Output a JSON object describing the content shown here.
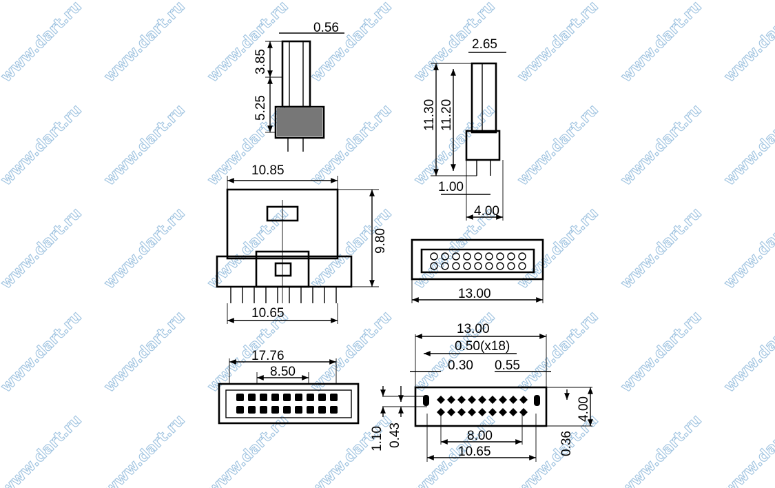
{
  "watermark": "www.dart.ru",
  "colors": {
    "watermark": "#9fc3e0",
    "lines": "#000000"
  },
  "side_view": {
    "width_top": "0.56",
    "upper_height": "3.85",
    "lower_height": "5.25"
  },
  "front_view": {
    "width_top": "10.85",
    "height": "9.80",
    "pin_span": "10.65"
  },
  "right_view": {
    "width_top": "2.65",
    "total_height": "11.30",
    "body_height": "11.20",
    "pin_offset": "1.00",
    "base_width": "4.00"
  },
  "mating_view": {
    "width": "13.00"
  },
  "bottom_left_view": {
    "outer": "17.76",
    "inner": "8.50"
  },
  "footprint": {
    "width": "13.00",
    "pitch": "0.50(x18)",
    "pad": "0.30",
    "edge": "0.55",
    "row_1": "1.10",
    "row_2": "0.43",
    "height": "4.00",
    "offset": "0.36",
    "pin_span": "8.00",
    "mount_span": "10.65"
  }
}
